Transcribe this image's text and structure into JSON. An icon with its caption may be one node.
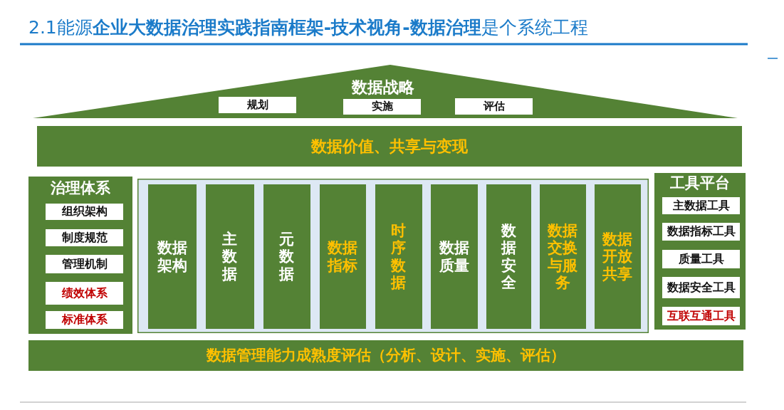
{
  "diagram": {
    "title": "2.1能源**企业大数据治理实践指南框架-技术视角-数据治理**是个系统工程",
    "nodes": [
      {
        "text": [
          "数据战略"
        ]
      },
      {
        "text": [
          "规划"
        ],
        "in": 0
      },
      {
        "text": [
          "实施"
        ],
        "in": 0
      },
      {
        "text": [
          "评估"
        ],
        "in": 0
      },
      {
        "text": [
          "数据价值、共享与变现"
        ]
      },
      {
        "text": [
          "治理体系"
        ]
      },
      {
        "text": [
          "组织架构"
        ],
        "in": 5
      },
      {
        "text": [
          "制度规范"
        ],
        "in": 5
      },
      {
        "text": [
          "管理机制"
        ],
        "in": 5
      },
      {
        "text": [
          "绩效体系"
        ],
        "in": 5
      },
      {
        "text": [
          "标准体系"
        ],
        "in": 5
      },
      {
        "text": [],
        "shape": "box"
      },
      {
        "text": [
          "数据架构"
        ],
        "in": 11
      },
      {
        "text": [
          "主数据"
        ],
        "in": 11
      },
      {
        "text": [
          "元数据"
        ],
        "in": 11
      },
      {
        "text": [
          "数据指标"
        ],
        "in": 11
      },
      {
        "text": [
          "时序数据"
        ],
        "in": 11
      },
      {
        "text": [
          "数据质量"
        ],
        "in": 11
      },
      {
        "text": [
          "数据安全"
        ],
        "in": 11
      },
      {
        "text": [
          "数据交换与服务"
        ],
        "in": 11
      },
      {
        "text": [
          "数据开放共享"
        ],
        "in": 11
      },
      {
        "text": [
          "工具平台"
        ]
      },
      {
        "text": [
          "主数据工具"
        ],
        "in": 21
      },
      {
        "text": [
          "数据指标工具"
        ],
        "in": 21
      },
      {
        "text": [
          "质量工具"
        ],
        "in": 21
      },
      {
        "text": [
          "数据安全工具"
        ],
        "in": 21
      },
      {
        "text": [
          "互联互通工具"
        ],
        "in": 21
      },
      {
        "text": [
          "数据管理能力成熟度评估（分析、设计、实施、评估）"
        ]
      }
    ]
  }
}
